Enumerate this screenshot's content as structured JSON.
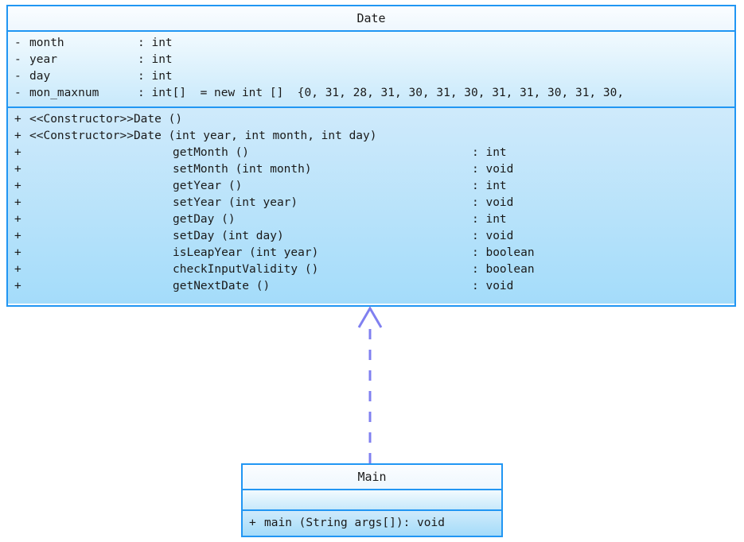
{
  "diagram": {
    "type": "uml-class-diagram",
    "background_color": "#ffffff",
    "border_color": "#2196f3",
    "relationship_color": "#8080f0"
  },
  "classes": {
    "date": {
      "name": "Date",
      "attributes": [
        {
          "visibility": "-",
          "name": "month",
          "type": ": int"
        },
        {
          "visibility": "-",
          "name": "year",
          "type": ": int"
        },
        {
          "visibility": "-",
          "name": "day",
          "type": ": int"
        },
        {
          "visibility": "-",
          "name": "mon_maxnum",
          "type": ": int[]  = new int []  {0, 31, 28, 31, 30, 31, 30, 31, 31, 30, 31, 30,"
        }
      ],
      "methods": [
        {
          "visibility": "+",
          "name": "<<Constructor>>Date ()",
          "type": "",
          "indented": false
        },
        {
          "visibility": "+",
          "name": "<<Constructor>>Date (int year, int month, int day)",
          "type": "",
          "indented": false
        },
        {
          "visibility": "+",
          "name": "getMonth ()",
          "type": ": int",
          "indented": true
        },
        {
          "visibility": "+",
          "name": "setMonth (int month)",
          "type": ": void",
          "indented": true
        },
        {
          "visibility": "+",
          "name": "getYear ()",
          "type": ": int",
          "indented": true
        },
        {
          "visibility": "+",
          "name": "setYear (int year)",
          "type": ": void",
          "indented": true
        },
        {
          "visibility": "+",
          "name": "getDay ()",
          "type": ": int",
          "indented": true
        },
        {
          "visibility": "+",
          "name": "setDay (int day)",
          "type": ": void",
          "indented": true
        },
        {
          "visibility": "+",
          "name": "isLeapYear (int year)",
          "type": ": boolean",
          "indented": true
        },
        {
          "visibility": "+",
          "name": "checkInputValidity ()",
          "type": ": boolean",
          "indented": true
        },
        {
          "visibility": "+",
          "name": "getNextDate ()",
          "type": ": void",
          "indented": true
        }
      ]
    },
    "main": {
      "name": "Main",
      "attributes": [],
      "methods": [
        {
          "visibility": "+",
          "name": "main (String args[]): void",
          "type": "",
          "indented": false
        }
      ]
    }
  },
  "relationship": {
    "kind": "generalization-dashed",
    "from": "Main",
    "to": "Date",
    "arrow_style": "open-triangle",
    "line_style": "dashed"
  }
}
